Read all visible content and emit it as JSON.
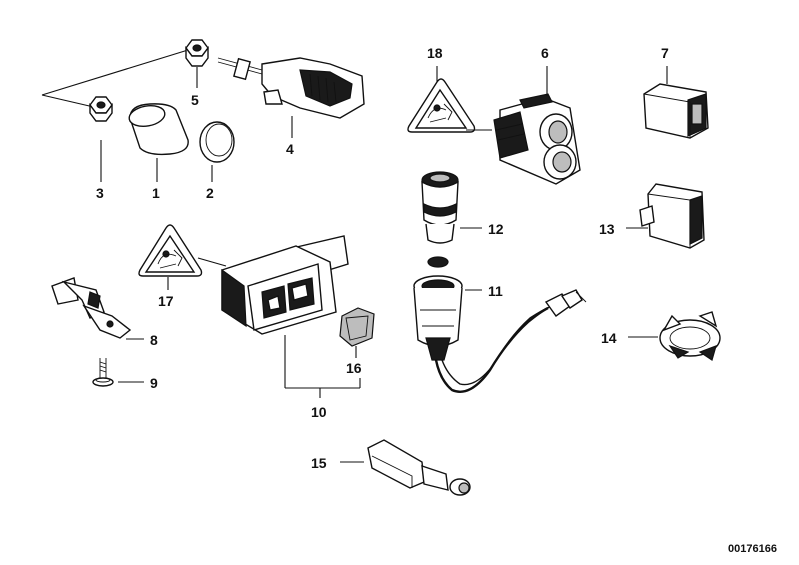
{
  "callouts": {
    "c1": "1",
    "c2": "2",
    "c3": "3",
    "c4": "4",
    "c5": "5",
    "c6": "6",
    "c7": "7",
    "c8": "8",
    "c9": "9",
    "c10": "10",
    "c11": "11",
    "c12": "12",
    "c13": "13",
    "c14": "14",
    "c15": "15",
    "c16": "16",
    "c17": "17",
    "c18": "18"
  },
  "document_number": "00176166"
}
